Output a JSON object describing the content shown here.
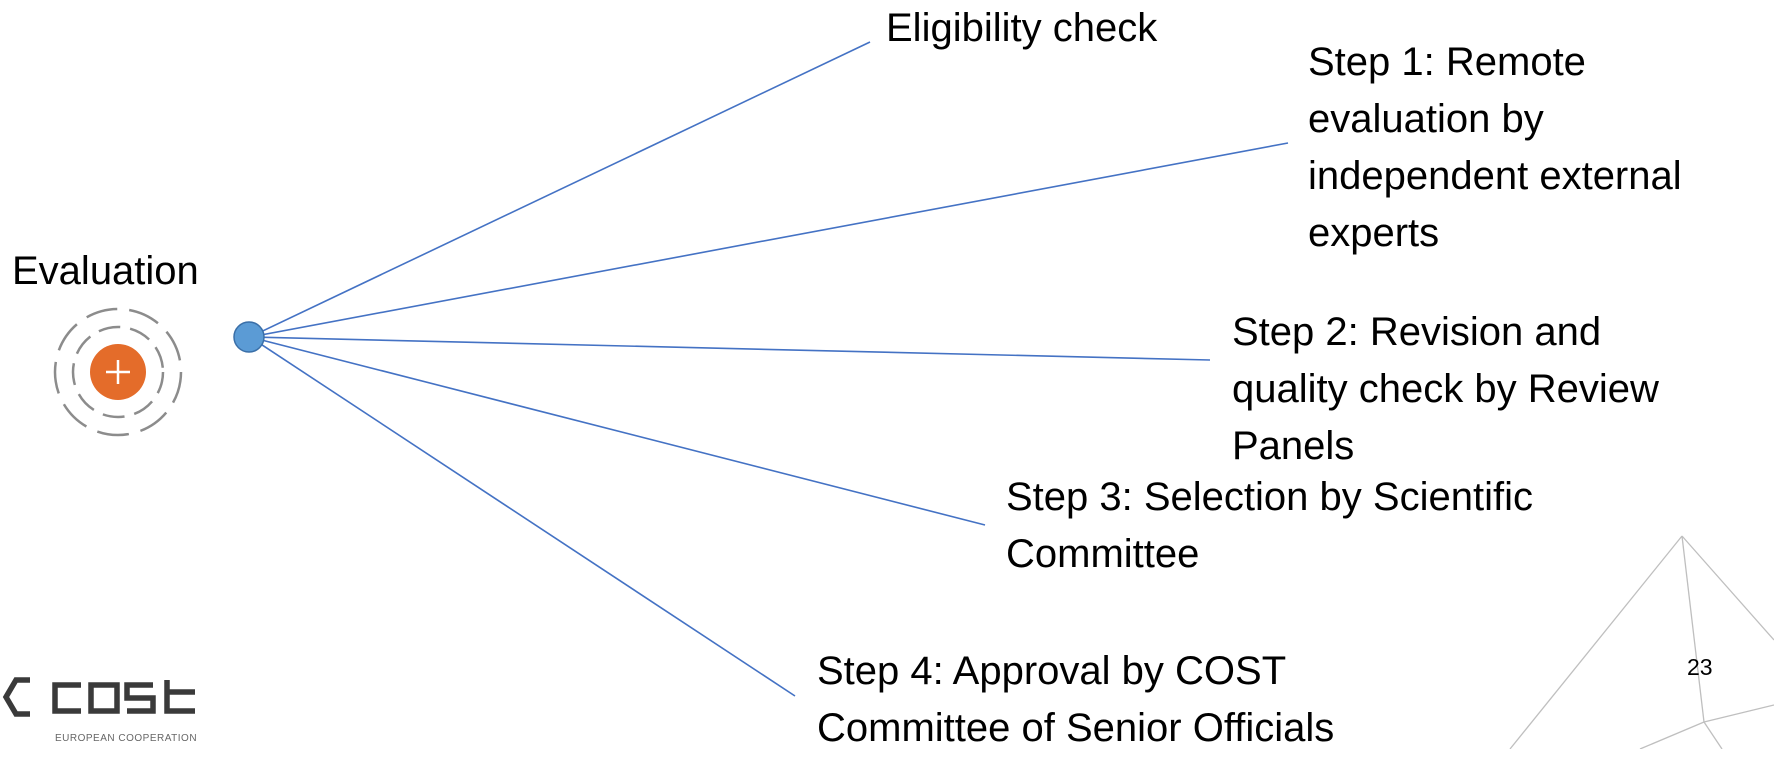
{
  "diagram": {
    "center_label": "Evaluation",
    "branches": [
      {
        "id": "eligibility",
        "lines": [
          "Eligibility check"
        ]
      },
      {
        "id": "step1",
        "lines": [
          "Step 1: Remote",
          "evaluation by",
          "independent external",
          "experts"
        ]
      },
      {
        "id": "step2",
        "lines": [
          "Step 2: Revision and",
          "quality check by Review",
          "Panels"
        ]
      },
      {
        "id": "step3",
        "lines": [
          "Step 3: Selection by Scientific",
          "Committee"
        ]
      },
      {
        "id": "step4",
        "lines": [
          "Step 4: Approval by COST",
          "Committee of Senior Officials"
        ]
      }
    ],
    "colors": {
      "connector": "#4472C4",
      "node_fill": "#5B9BD5",
      "evaluation_icon": "#E46C2A",
      "icon_rings": "#8C8C8C"
    }
  },
  "footer": {
    "page_number": "23",
    "logo_text": "cost",
    "logo_subtitle": "EUROPEAN COOPERATION"
  }
}
